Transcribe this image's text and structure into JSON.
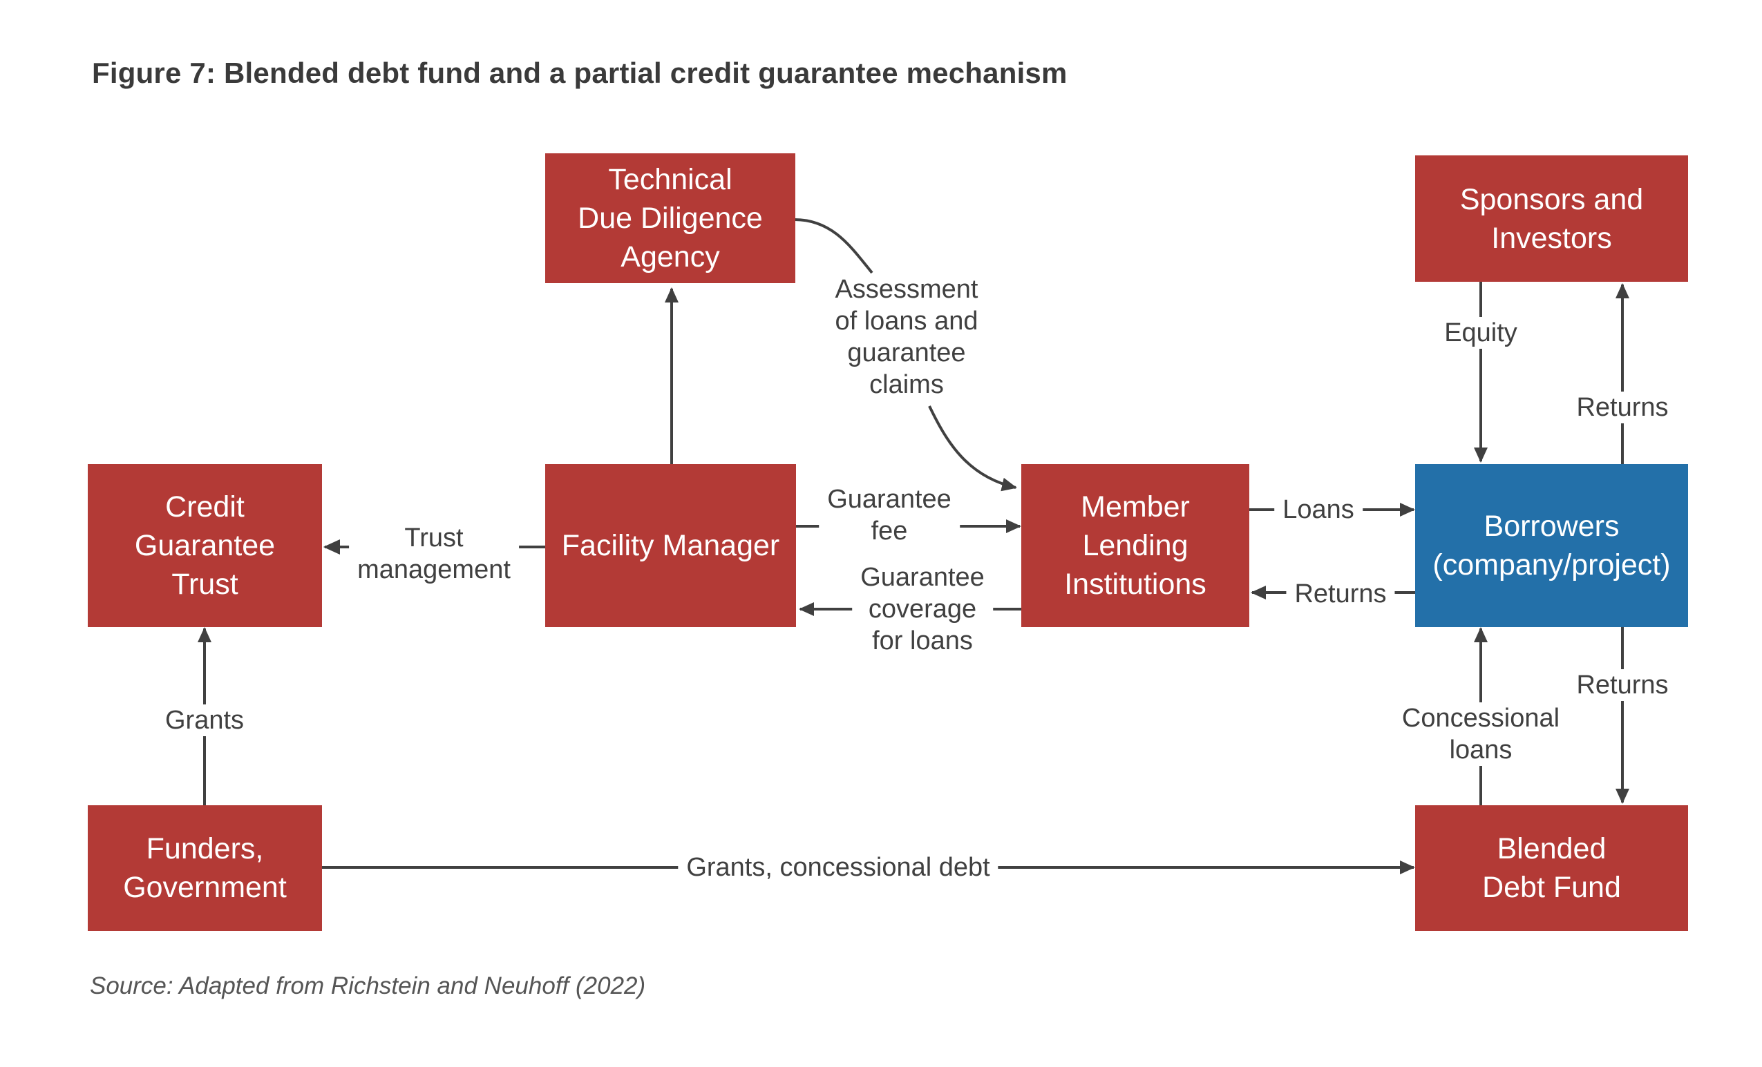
{
  "title": "Figure 7: Blended debt fund and a partial credit guarantee mechanism",
  "source": "Source: Adapted from Richstein and Neuhoff (2022)",
  "colors": {
    "box_red": "#b33a36",
    "box_blue": "#2370a9",
    "line": "#404040"
  },
  "nodes": {
    "tdda": "Technical\nDue Diligence\nAgency",
    "sponsors": "Sponsors and\nInvestors",
    "cgt": "Credit\nGuarantee\nTrust",
    "fm": "Facility Manager",
    "mli": "Member\nLending\nInstitutions",
    "borrowers": "Borrowers\n(company/project)",
    "funders": "Funders,\nGovernment",
    "bdf": "Blended\nDebt Fund"
  },
  "edges": {
    "assessment": "Assessment\nof loans and\nguarantee\nclaims",
    "trust_management": "Trust\nmanagement",
    "guarantee_fee": "Guarantee\nfee",
    "guarantee_coverage": "Guarantee\ncoverage\nfor loans",
    "loans": "Loans",
    "returns_mli": "Returns",
    "equity": "Equity",
    "returns_sponsors": "Returns",
    "returns_bdf": "Returns",
    "concessional_loans": "Concessional\nloans",
    "grants": "Grants",
    "grants_concessional_debt": "Grants, concessional debt"
  }
}
